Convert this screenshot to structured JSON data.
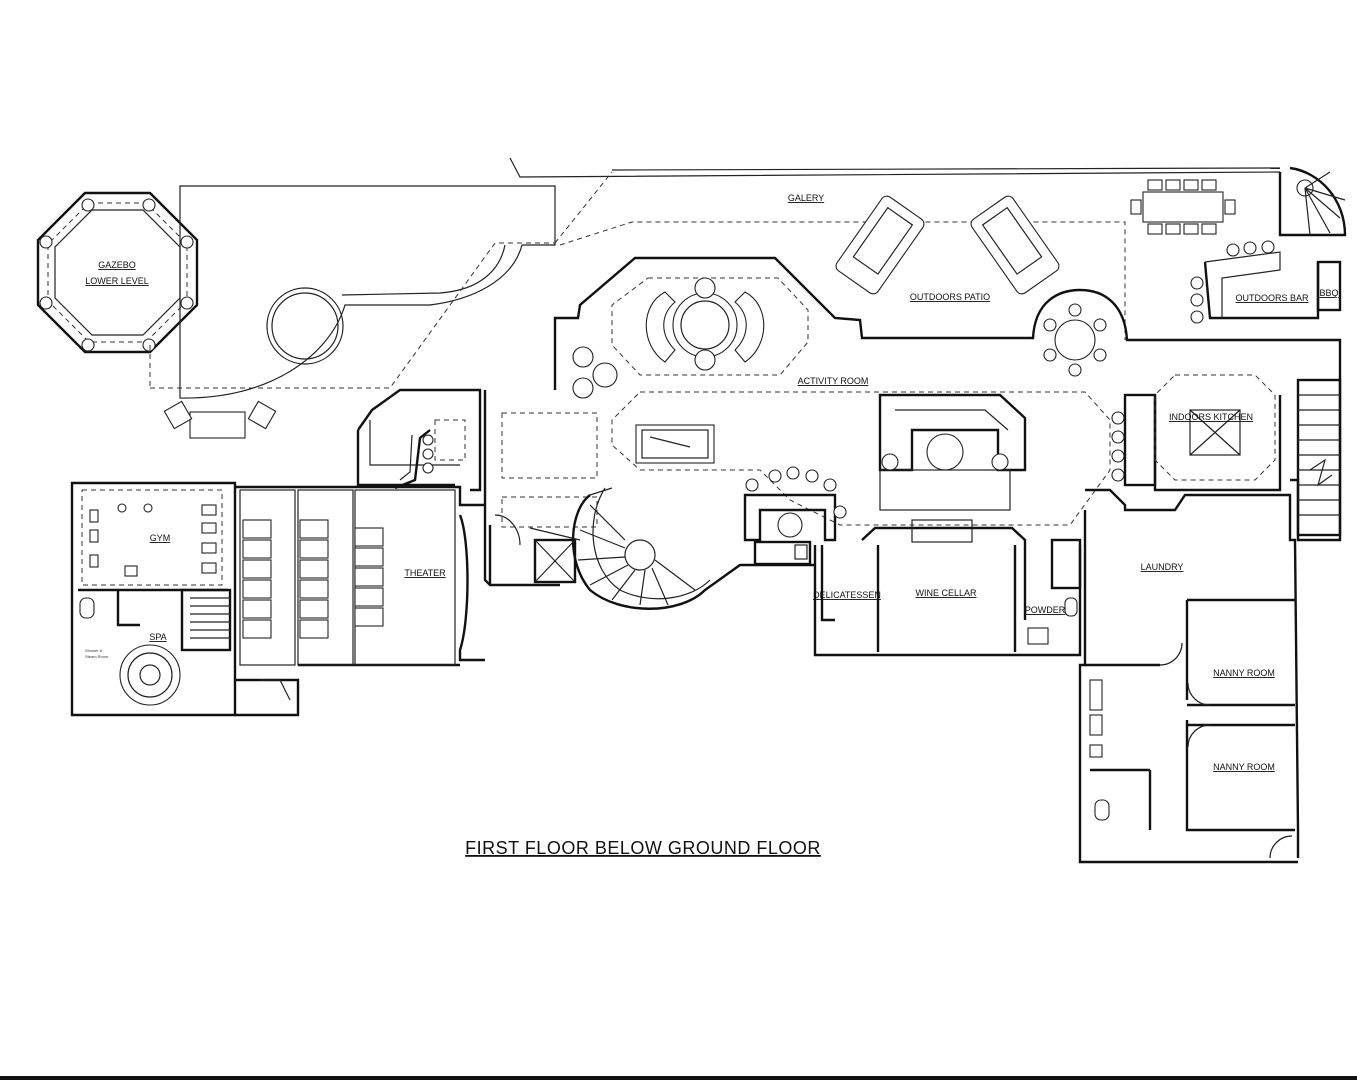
{
  "rooms": {
    "gazebo": "GAZEBO",
    "gazebo_sub": "LOWER LEVEL",
    "galery": "GALERY",
    "outdoors_patio": "OUTDOORS PATIO",
    "outdoors_bar": "OUTDOORS BAR",
    "bbq": "BBQ",
    "activity_room": "ACTIVITY ROOM",
    "indoors_kitchen": "INDOORS KITCHEN",
    "gym": "GYM",
    "spa": "SPA",
    "theater": "THEATER",
    "delicatessen": "DELICATESSEN",
    "wine_cellar": "WINE CELLAR",
    "powder": "POWDER",
    "laundry": "LAUNDRY",
    "nanny_room_1": "NANNY ROOM",
    "nanny_room_2": "NANNY ROOM"
  },
  "notes": {
    "spa_note_1": "Shower &",
    "spa_note_2": "Steam Room"
  },
  "plan_title": "FIRST FLOOR BELOW GROUND FLOOR"
}
